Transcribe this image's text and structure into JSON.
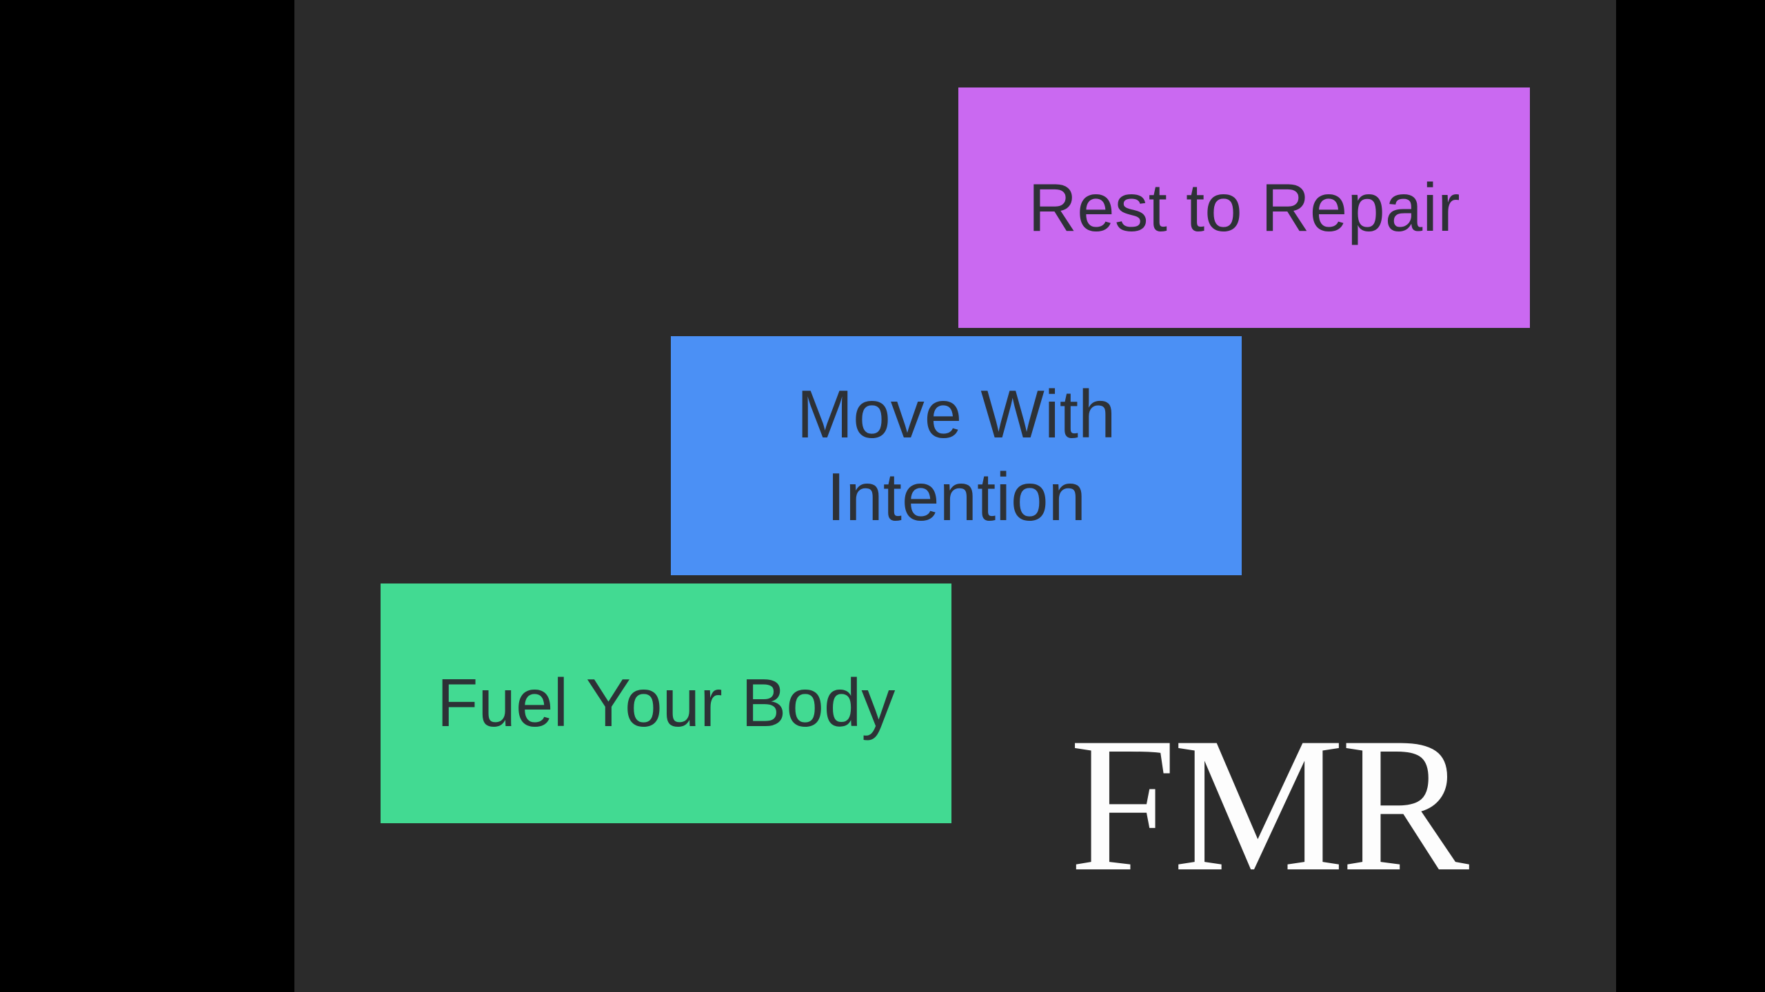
{
  "screen": {
    "letterbox_color": "#000000"
  },
  "slide": {
    "background_color": "#2b2b2b",
    "card_text_color": "#2d3136",
    "cards": [
      {
        "label": "Rest to Repair",
        "color": "#ca69f1"
      },
      {
        "label": "Move With Intention",
        "color": "#4b90f5"
      },
      {
        "label": "Fuel Your Body",
        "color": "#42da92"
      }
    ],
    "logo": {
      "text": "FMR",
      "color": "#fdfdfd"
    }
  }
}
